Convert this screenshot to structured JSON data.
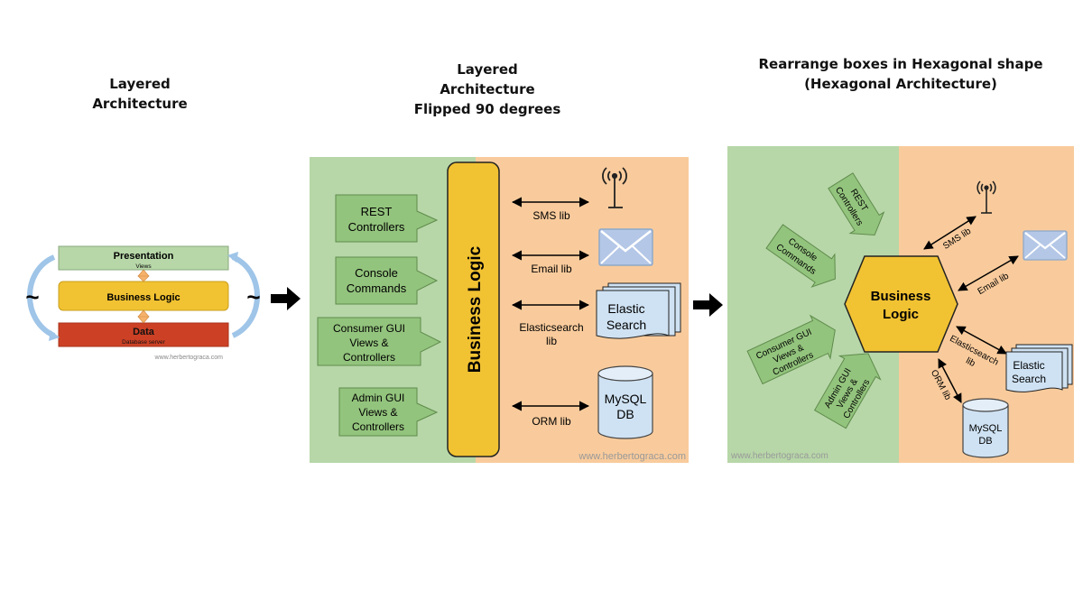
{
  "titles": {
    "layered": "Layered\nArchitecture",
    "flipped": "Layered\nArchitecture\nFlipped 90 degrees",
    "hexagonal": "Rearrange boxes in Hexagonal shape\n(Hexagonal Architecture)"
  },
  "layered": {
    "presentation": "Presentation",
    "presentation_sub": "Views",
    "business": "Business Logic",
    "data": "Data",
    "data_sub": "Database server",
    "tilde": "~",
    "watermark": "www.herbertograca.com"
  },
  "flipped": {
    "business": "Business Logic",
    "left_boxes": [
      [
        "REST",
        "Controllers"
      ],
      [
        "Console",
        "Commands"
      ],
      [
        "Consumer GUI",
        "Views &",
        "Controllers"
      ],
      [
        "Admin GUI",
        "Views &",
        "Controllers"
      ]
    ],
    "libs": {
      "sms": "SMS lib",
      "email": "Email lib",
      "elastic": [
        "Elasticsearch",
        "lib"
      ],
      "orm": "ORM lib"
    },
    "elastic": [
      "Elastic",
      "Search"
    ],
    "mysql": [
      "MySQL",
      "DB"
    ],
    "watermark": "www.herbertograca.com"
  },
  "hexagonal": {
    "business": [
      "Business",
      "Logic"
    ],
    "left_boxes": [
      [
        "REST",
        "Controllers"
      ],
      [
        "Console",
        "Commands"
      ],
      [
        "Consumer GUI",
        "Views &",
        "Controllers"
      ],
      [
        "Admin GUI",
        "Views &",
        "Controllers"
      ]
    ],
    "libs": {
      "sms": "SMS lib",
      "email": "Email lib",
      "elastic": [
        "Elasticsearch",
        "lib"
      ],
      "orm": "ORM lib"
    },
    "elastic": [
      "Elastic",
      "Search"
    ],
    "mysql": [
      "MySQL",
      "DB"
    ],
    "watermark": "www.herbertograca.com"
  },
  "colors": {
    "green_bg": "#b7d7a8",
    "orange_bg": "#f9cb9c",
    "green_box": "#93c47d",
    "yellow": "#f1c232",
    "red": "#cc4125",
    "blue_light": "#cfe2f3",
    "arrow_blue": "#9fc5e8"
  }
}
